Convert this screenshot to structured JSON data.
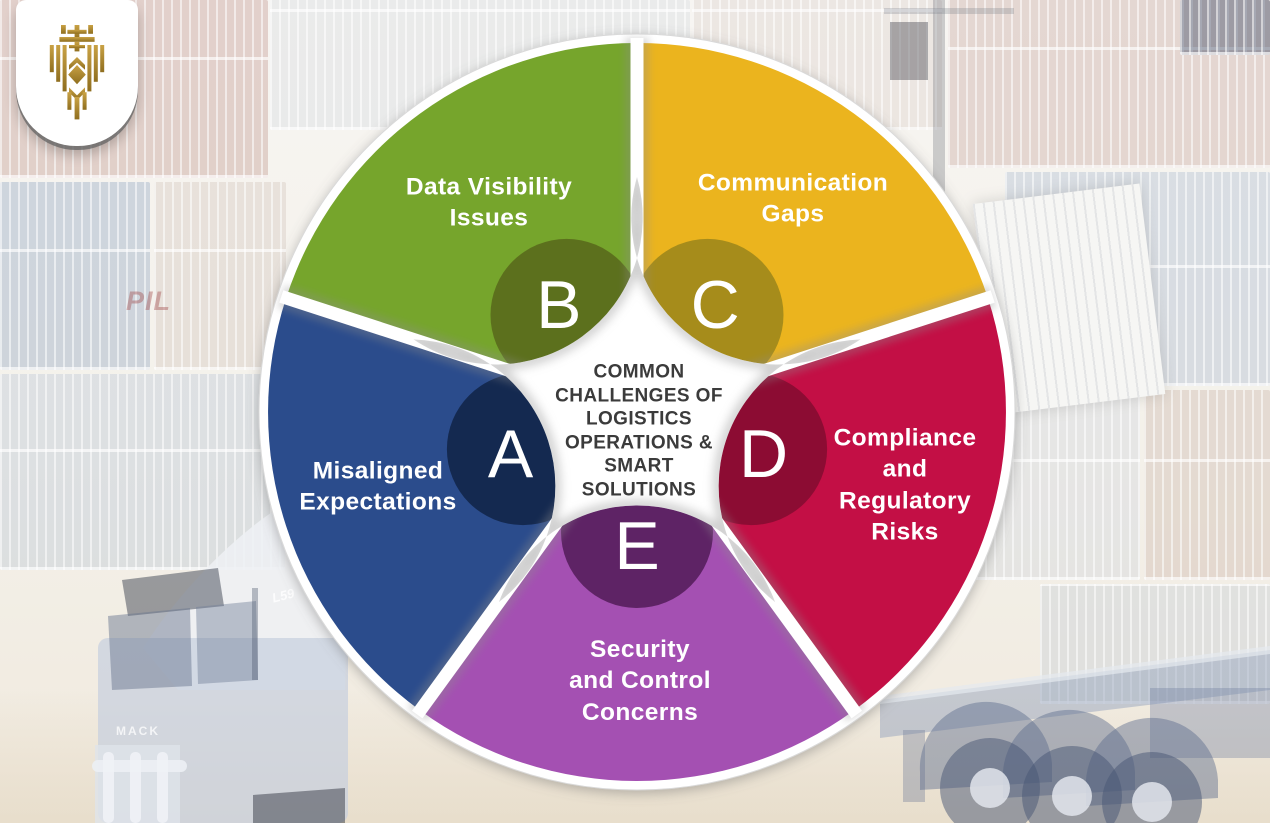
{
  "logo": {
    "icon": "gold-crest-logo",
    "color": "#B08A2E"
  },
  "wheel": {
    "center_title": "COMMON\nCHALLENGES OF\nLOGISTICS\nOPERATIONS &\nSMART\nSOLUTIONS",
    "title_color": "#3B3B3B",
    "segments": [
      {
        "letter": "A",
        "label": "Misaligned\nExpectations",
        "color": "#2B4C8C",
        "dark_color": "#142950"
      },
      {
        "letter": "B",
        "label": "Data Visibility\nIssues",
        "color": "#76A52C",
        "dark_color": "#5C701D"
      },
      {
        "letter": "C",
        "label": "Communication\nGaps",
        "color": "#EBB41E",
        "dark_color": "#A68C1B"
      },
      {
        "letter": "D",
        "label": "Compliance\nand\nRegulatory\nRisks",
        "color": "#C30F45",
        "dark_color": "#8C0C33"
      },
      {
        "letter": "E",
        "label": "Security\nand Control\nConcerns",
        "color": "#A450B2",
        "dark_color": "#5E2365"
      }
    ]
  },
  "background": {
    "container_logo": "PIL",
    "truck_brand": "MACK",
    "truck_code": "L59"
  }
}
